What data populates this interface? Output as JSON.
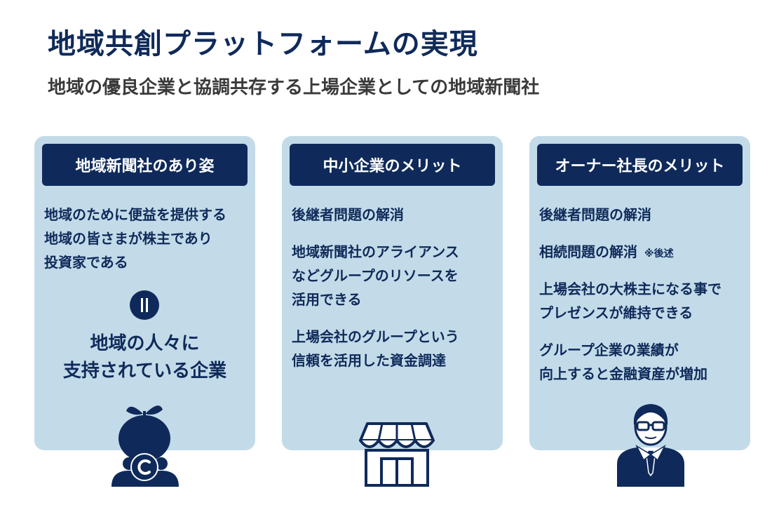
{
  "title": "地域共創プラットフォームの実現",
  "subtitle": "地域の優良企業と協調共存する上場企業としての地域新聞社",
  "cards": [
    {
      "header": "地域新聞社のあり姿",
      "lines": [
        "地域のために便益を提供する",
        "地域の皆さまが株主であり",
        "投資家である"
      ],
      "equals": "=",
      "big_lines": [
        "地域の人々に",
        "支持されている企業"
      ],
      "icon": "sprout-company-icon"
    },
    {
      "header": "中小企業のメリット",
      "lines": [
        "後継者問題の解消",
        "地域新聞社のアライアンス",
        "などグループのリソースを",
        "活用できる",
        "上場会社のグループという",
        "信頼を活用した資金調達"
      ],
      "icon": "storefront-icon"
    },
    {
      "header": "オーナー社長のメリット",
      "lines": [
        "後継者問題の解消",
        "相続問題の解消",
        "上場会社の大株主になる事で",
        "プレゼンスが維持できる",
        "グループ企業の業績が",
        "向上すると金融資産が増加"
      ],
      "note": "※後述",
      "icon": "businessman-icon"
    }
  ],
  "colors": {
    "navy": "#0f2a5a",
    "card_bg": "#c3dbe8",
    "subtitle": "#3a3a3a"
  }
}
